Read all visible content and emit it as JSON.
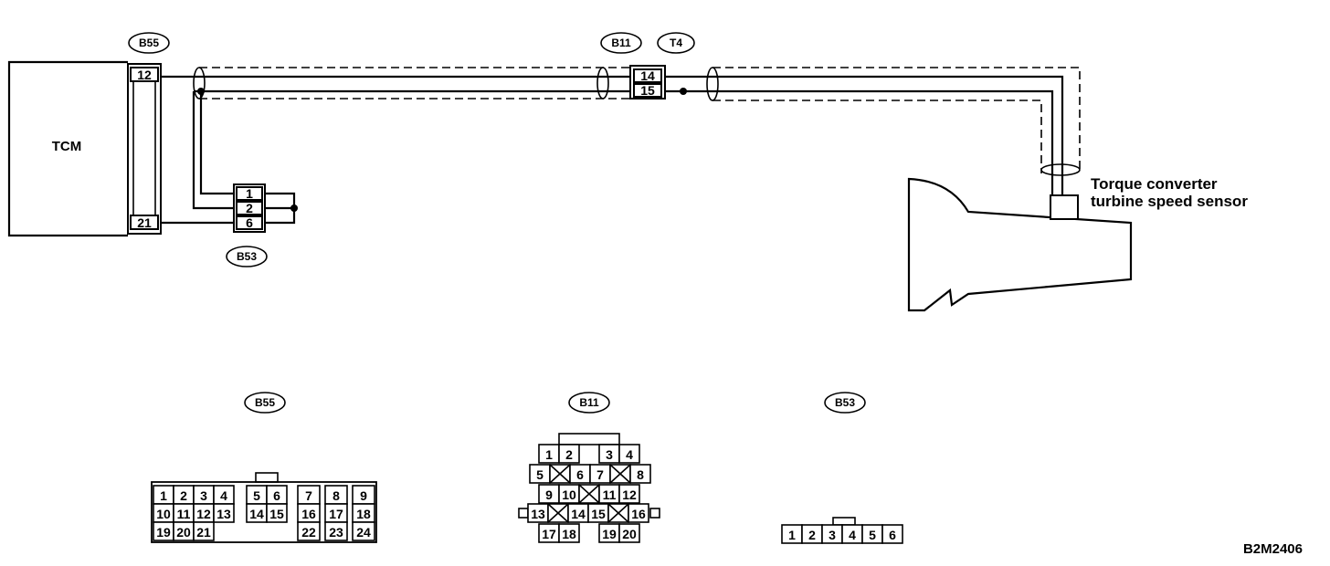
{
  "diagram": {
    "tcm_label": "TCM",
    "sensor_line1": "Torque converter",
    "sensor_line2": "turbine speed sensor",
    "figure_code": "B2M2406",
    "top_connectors": {
      "b55": "B55",
      "b11": "B11",
      "t4": "T4",
      "b53": "B53",
      "b55_pin_a": "12",
      "b55_pin_b": "21",
      "b11_pin_a": "14",
      "b11_pin_b": "15",
      "b53_pin_1": "1",
      "b53_pin_2": "2",
      "b53_pin_6": "6"
    },
    "bottom_connectors": {
      "b55_label": "B55",
      "b11_label": "B11",
      "b53_label": "B53",
      "b55_pins": [
        "1",
        "2",
        "3",
        "4",
        "5",
        "6",
        "7",
        "8",
        "9",
        "10",
        "11",
        "12",
        "13",
        "14",
        "15",
        "16",
        "17",
        "18",
        "19",
        "20",
        "21",
        "22",
        "23",
        "24"
      ],
      "b11_pins": [
        "1",
        "2",
        "3",
        "4",
        "5",
        "6",
        "7",
        "8",
        "9",
        "10",
        "11",
        "12",
        "13",
        "14",
        "15",
        "16",
        "17",
        "18",
        "19",
        "20"
      ],
      "b53_pins": [
        "1",
        "2",
        "3",
        "4",
        "5",
        "6"
      ]
    }
  }
}
